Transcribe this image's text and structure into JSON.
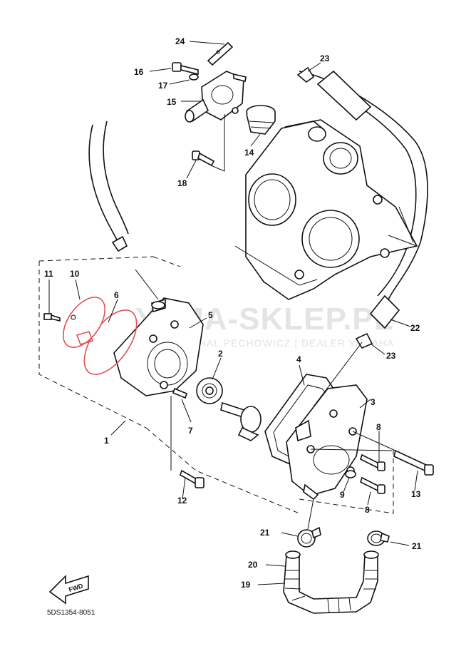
{
  "watermark": {
    "main": "YAMA-SKLEP.PL",
    "sub": "MICHAŁ PECHOWICZ | DEALER YAMAHA"
  },
  "labels": {
    "p1": "1",
    "p2": "2",
    "p3": "3",
    "p4": "4",
    "p5": "5",
    "p6": "6",
    "p7": "7",
    "p8a": "8",
    "p8b": "8",
    "p9": "9",
    "p10": "10",
    "p11": "11",
    "p12": "12",
    "p13": "13",
    "p14": "14",
    "p15": "15",
    "p16": "16",
    "p17": "17",
    "p18": "18",
    "p19": "19",
    "p20": "20",
    "p21a": "21",
    "p21b": "21",
    "p22": "22",
    "p23a": "23",
    "p23b": "23",
    "p24": "24"
  },
  "fwd_label": "FWD",
  "diagram_code": "5DS1354-8051",
  "colors": {
    "line": "#111111",
    "highlight": "#e0504f",
    "watermark": "#e4e4e4"
  }
}
